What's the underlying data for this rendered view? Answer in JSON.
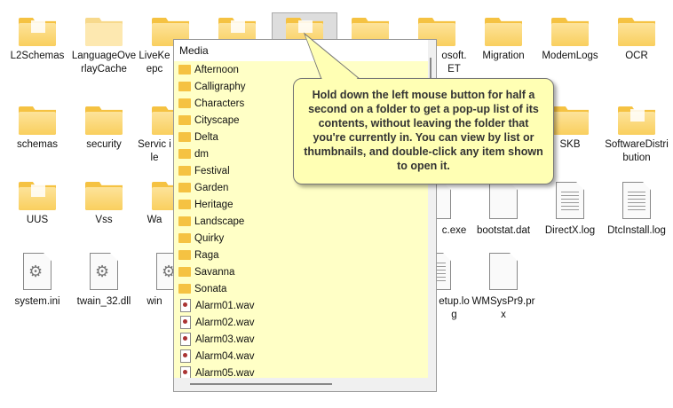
{
  "desktop": {
    "items": [
      {
        "label": "L2Schemas",
        "type": "folder-doc"
      },
      {
        "label": "LanguageOverlayCache",
        "type": "folder-pale"
      },
      {
        "label": "LiveKe epc",
        "type": "folder"
      },
      {
        "label": "",
        "type": "folder-doc"
      },
      {
        "label": "",
        "type": "folder-doc"
      },
      {
        "label": "",
        "type": "folder"
      },
      {
        "label": "osoft. ET",
        "type": "folder"
      },
      {
        "label": "Migration",
        "type": "folder"
      },
      {
        "label": "ModemLogs",
        "type": "folder"
      },
      {
        "label": "OCR",
        "type": "folder"
      },
      {
        "label": "schemas",
        "type": "folder"
      },
      {
        "label": "security",
        "type": "folder"
      },
      {
        "label": "Servic ile",
        "type": "folder"
      },
      {
        "label": "SKB",
        "type": "folder"
      },
      {
        "label": "SoftwareDistribution",
        "type": "folder-doc"
      },
      {
        "label": "UUS",
        "type": "folder-doc"
      },
      {
        "label": "Vss",
        "type": "folder"
      },
      {
        "label": "Wa",
        "type": "folder"
      },
      {
        "label": "c.exe",
        "type": "file"
      },
      {
        "label": "bootstat.dat",
        "type": "file"
      },
      {
        "label": "DirectX.log",
        "type": "file-text"
      },
      {
        "label": "DtcInstall.log",
        "type": "file-text"
      },
      {
        "label": "system.ini",
        "type": "file-gear"
      },
      {
        "label": "twain_32.dll",
        "type": "file-gear"
      },
      {
        "label": "win",
        "type": "file-gear"
      },
      {
        "label": "etup.log",
        "type": "file-text"
      },
      {
        "label": "WMSysPr9.prx",
        "type": "file"
      }
    ]
  },
  "popup": {
    "title": "Media",
    "items": [
      {
        "label": "Afternoon",
        "type": "folder"
      },
      {
        "label": "Calligraphy",
        "type": "folder"
      },
      {
        "label": "Characters",
        "type": "folder"
      },
      {
        "label": "Cityscape",
        "type": "folder"
      },
      {
        "label": "Delta",
        "type": "folder"
      },
      {
        "label": "dm",
        "type": "folder"
      },
      {
        "label": "Festival",
        "type": "folder"
      },
      {
        "label": "Garden",
        "type": "folder"
      },
      {
        "label": "Heritage",
        "type": "folder"
      },
      {
        "label": "Landscape",
        "type": "folder"
      },
      {
        "label": "Quirky",
        "type": "folder"
      },
      {
        "label": "Raga",
        "type": "folder"
      },
      {
        "label": "Savanna",
        "type": "folder"
      },
      {
        "label": "Sonata",
        "type": "folder"
      },
      {
        "label": "Alarm01.wav",
        "type": "wav"
      },
      {
        "label": "Alarm02.wav",
        "type": "wav"
      },
      {
        "label": "Alarm03.wav",
        "type": "wav"
      },
      {
        "label": "Alarm04.wav",
        "type": "wav"
      },
      {
        "label": "Alarm05.wav",
        "type": "wav"
      }
    ]
  },
  "callout": {
    "text": "Hold down the left mouse button for half a second on a folder to get a pop-up list of its contents, without leaving the folder that you're currently in. You can view by list or thumbnails, and double-click any item shown to open it."
  },
  "colors": {
    "folder": "#f5c242",
    "popup_bg": "#ffffc6",
    "callout_bg": "#ffffb4"
  }
}
